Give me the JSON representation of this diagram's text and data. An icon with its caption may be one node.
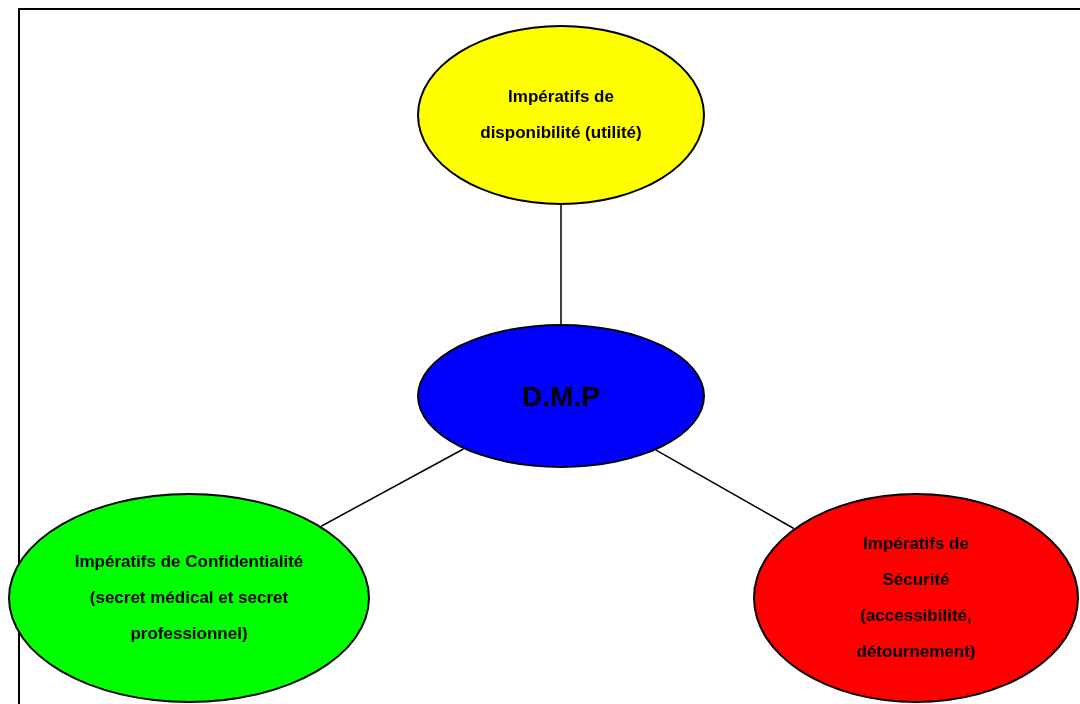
{
  "diagram": {
    "nodes": [
      {
        "text": [
          "Impératifs de disponibilité (utilité)"
        ]
      },
      {
        "text": [
          "D.M.P"
        ]
      },
      {
        "text": [
          "Impératifs de Confidentialité (secret médical et secret professionnel)"
        ]
      },
      {
        "text": [
          "Impératifs de Sécurité (accessibilité, détournement)"
        ]
      }
    ],
    "edges": [
      {
        "from": 0,
        "to": 1,
        "arrow": "none"
      },
      {
        "from": 1,
        "to": 2,
        "arrow": "none"
      },
      {
        "from": 1,
        "to": 3,
        "arrow": "none"
      }
    ]
  }
}
